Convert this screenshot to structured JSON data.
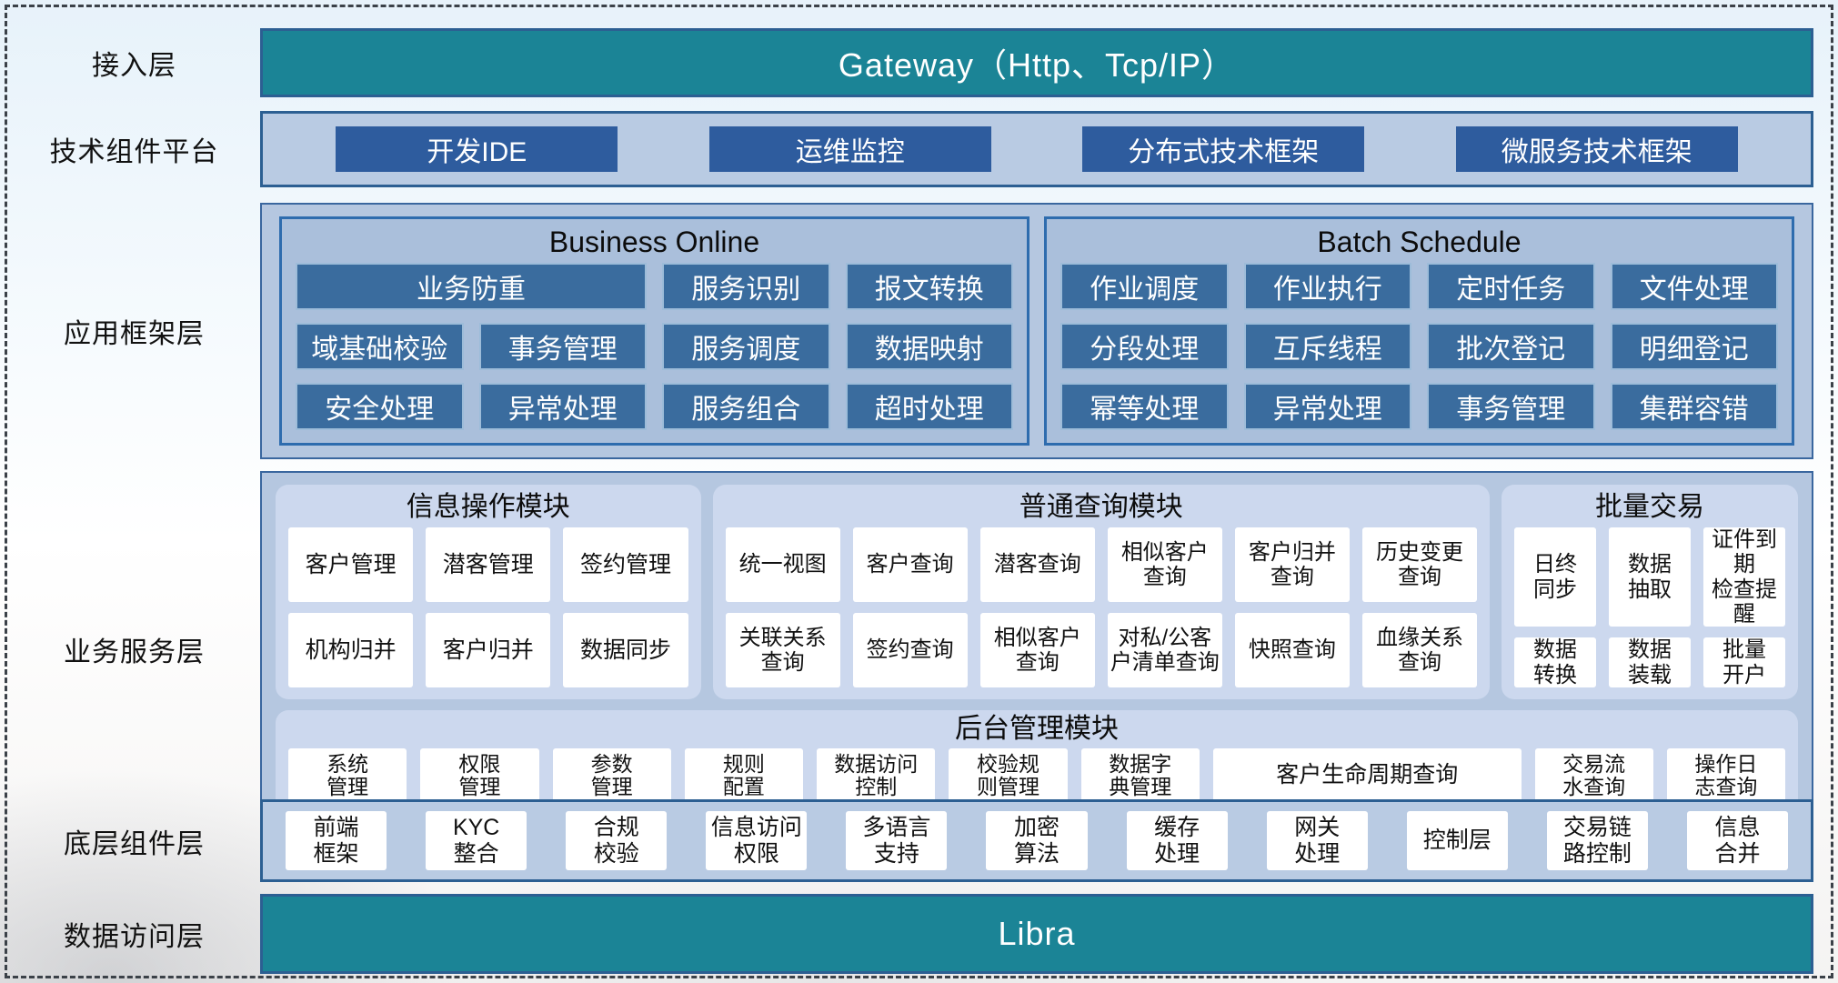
{
  "colors": {
    "teal_bar": "#1b8496",
    "dark_blue_button": "#2e5c9e",
    "panel_light_blue": "#b9cbe3",
    "panel_border_blue": "#2c5f92",
    "group_fill_blue": "#aabfdb",
    "group_button_blue": "#3a6c9e",
    "module_fill": "#ccd8ee",
    "card_bg": "#ffffff"
  },
  "layers": [
    {
      "label": "接入层",
      "bar_text": "Gateway（Http、Tcp/IP）"
    },
    {
      "label": "技术组件平台",
      "buttons": [
        "开发IDE",
        "运维监控",
        "分布式技术框架",
        "微服务技术框架"
      ]
    },
    {
      "label": "应用框架层",
      "groups": [
        {
          "title": "Business Online",
          "rows": [
            [
              "业务防重",
              "服务识别",
              "报文转换"
            ],
            [
              "域基础校验",
              "事务管理",
              "服务调度",
              "数据映射"
            ],
            [
              "安全处理",
              "异常处理",
              "服务组合",
              "超时处理"
            ]
          ]
        },
        {
          "title": "Batch Schedule",
          "rows": [
            [
              "作业调度",
              "作业执行",
              "定时任务",
              "文件处理"
            ],
            [
              "分段处理",
              "互斥线程",
              "批次登记",
              "明细登记"
            ],
            [
              "幂等处理",
              "异常处理",
              "事务管理",
              "集群容错"
            ]
          ]
        }
      ]
    },
    {
      "label": "业务服务层",
      "modules": [
        {
          "title": "信息操作模块",
          "items": [
            "客户管理",
            "潜客管理",
            "签约管理",
            "机构归并",
            "客户归并",
            "数据同步"
          ]
        },
        {
          "title": "普通查询模块",
          "items": [
            "统一视图",
            "客户查询",
            "潜客查询",
            "相似客户\n查询",
            "客户归并\n查询",
            "历史变更\n查询",
            "关联关系\n查询",
            "签约查询",
            "相似客户\n查询",
            "对私/公客\n户清单查询",
            "快照查询",
            "血缘关系\n查询"
          ]
        },
        {
          "title": "批量交易",
          "items": [
            "日终\n同步",
            "数据\n抽取",
            "证件到期\n检查提醒",
            "数据\n转换",
            "数据\n装载",
            "批量\n开户"
          ]
        }
      ],
      "admin_module": {
        "title": "后台管理模块",
        "items": [
          "系统\n管理",
          "权限\n管理",
          "参数\n管理",
          "规则\n配置",
          "数据访问\n控制",
          "校验规\n则管理",
          "数据字\n典管理",
          "客户生命周期查询",
          "交易流\n水查询",
          "操作日\n志查询"
        ]
      }
    },
    {
      "label": "底层组件层",
      "items": [
        "前端\n框架",
        "KYC\n整合",
        "合规\n校验",
        "信息访问\n权限",
        "多语言\n支持",
        "加密\n算法",
        "缓存\n处理",
        "网关\n处理",
        "控制层",
        "交易链\n路控制",
        "信息\n合并"
      ]
    },
    {
      "label": "数据访问层",
      "bar_text": "Libra"
    }
  ]
}
